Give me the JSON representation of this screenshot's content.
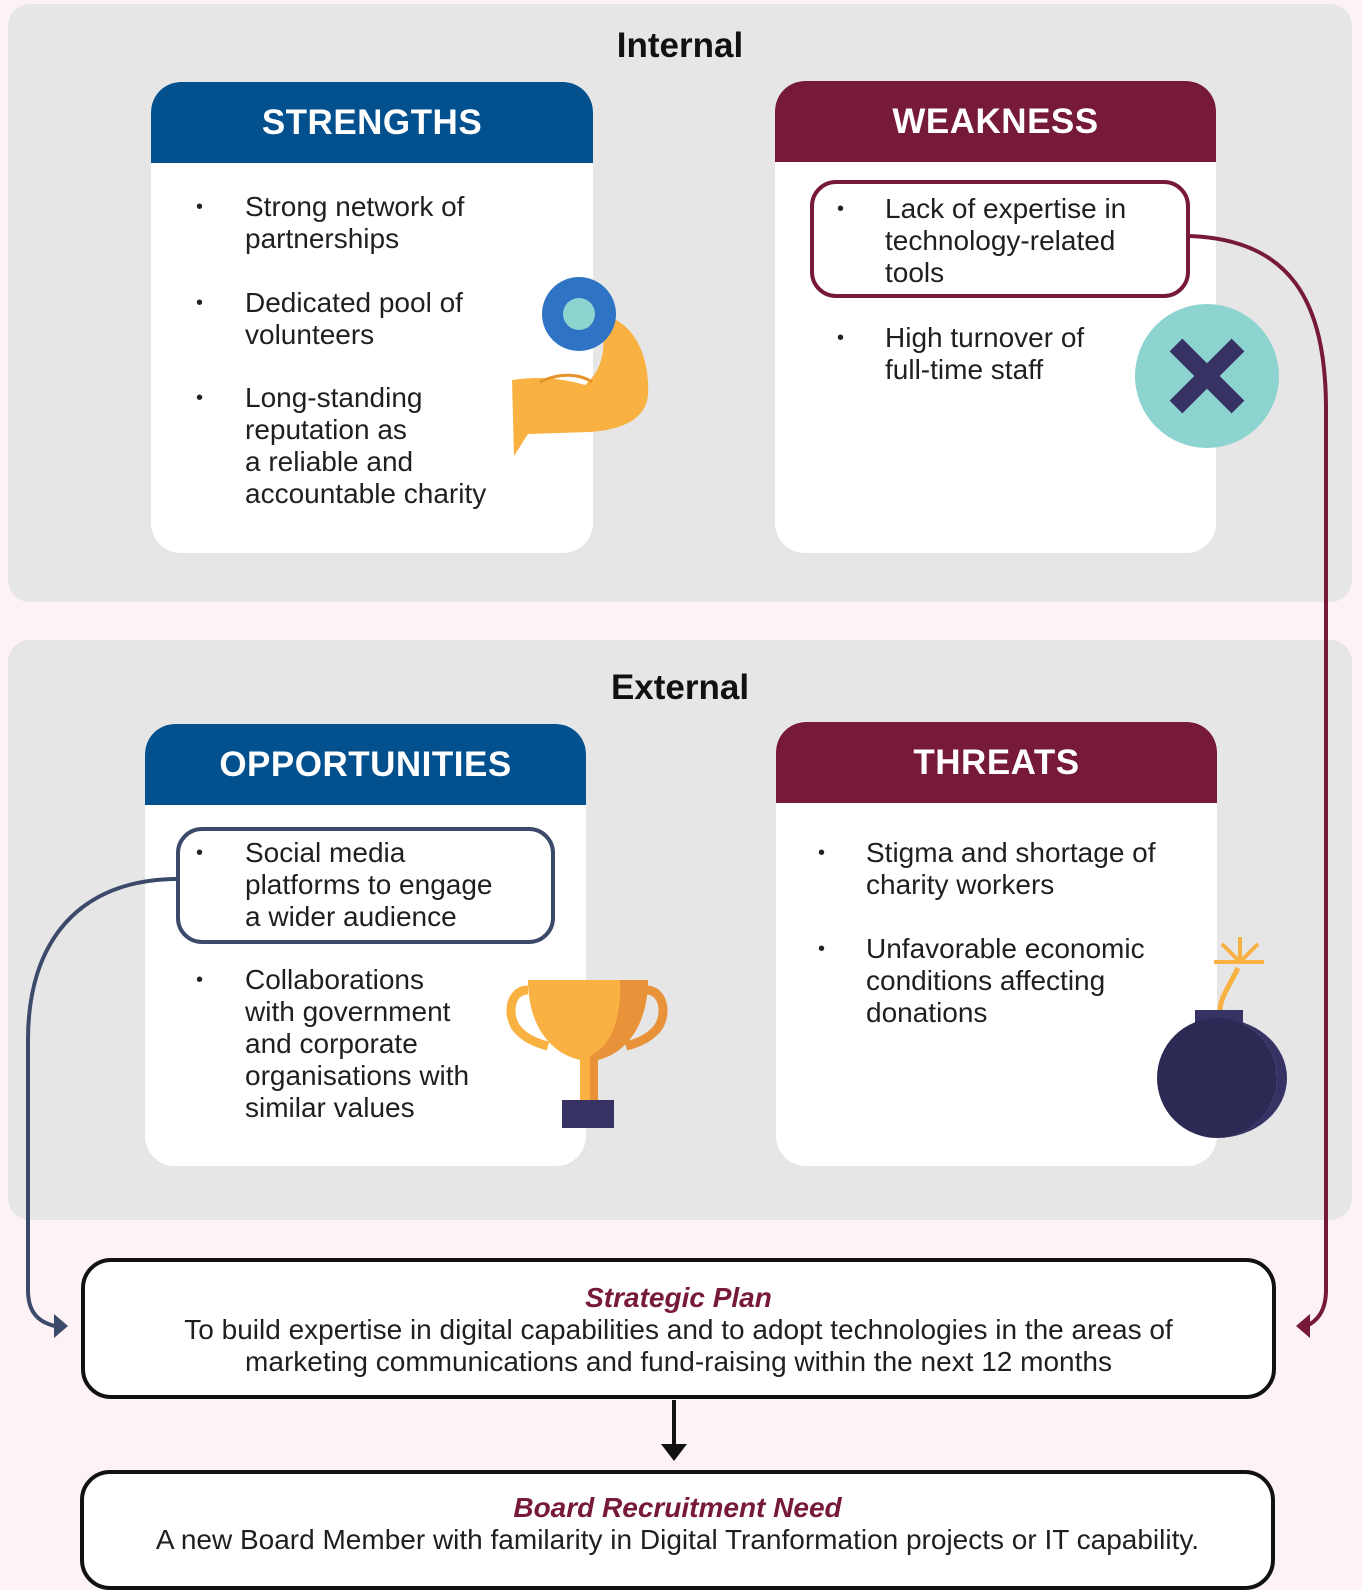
{
  "internal": {
    "title": "Internal",
    "strengths": {
      "header": "STRENGTHS",
      "items": [
        "Strong network of\npartnerships",
        "Dedicated pool of\nvolunteers",
        "Long-standing\nreputation as\na reliable and\naccountable charity"
      ]
    },
    "weakness": {
      "header": "WEAKNESS",
      "items": [
        "Lack of expertise in\ntechnology-related\ntools",
        "High turnover of\nfull-time staff"
      ]
    }
  },
  "external": {
    "title": "External",
    "opportunities": {
      "header": "OPPORTUNITIES",
      "items": [
        "Social media\nplatforms to engage\na wider audience",
        "Collaborations\nwith government\nand corporate\norganisations with\nsimilar values"
      ]
    },
    "threats": {
      "header": "THREATS",
      "items": [
        "Stigma and shortage of\ncharity workers",
        "Unfavorable economic\nconditions affecting\ndonations"
      ]
    }
  },
  "bullet": "•",
  "strategic_plan": {
    "title": "Strategic Plan",
    "text_line1": "To build expertise in digital capabilities and to adopt technologies in the areas of",
    "text_line2": "marketing communications and fund-raising within the next 12 months"
  },
  "board_need": {
    "title": "Board Recruitment Need",
    "text": "A new Board Member with familarity in Digital Tranformation projects or IT capability."
  },
  "colors": {
    "blue": "#03508f",
    "maroon": "#771938",
    "navy_line": "#3b4a6b",
    "section_bg": "#e6e6e6",
    "page_bg": "#fdf2f5",
    "teal": "#8dd3cf",
    "orange": "#f9b142",
    "dark_purple": "#363264"
  },
  "icons": [
    "flexed-arm-icon",
    "close-x-icon",
    "trophy-icon",
    "bomb-icon"
  ]
}
